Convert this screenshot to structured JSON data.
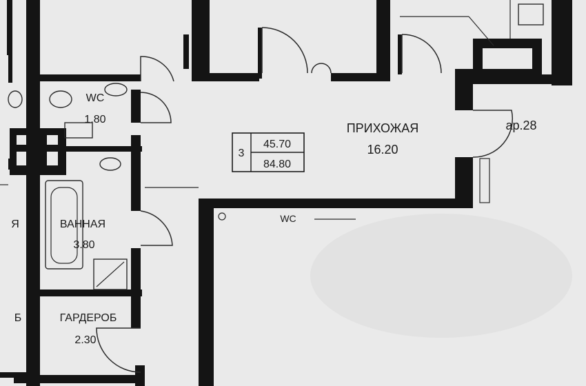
{
  "rooms": {
    "wc": {
      "name": "WC",
      "area": "1.80"
    },
    "hall": {
      "name": "ПРИХОЖАЯ",
      "area": "16.20"
    },
    "bath": {
      "name": "ВАННАЯ",
      "area": "3.80"
    },
    "wardrobe": {
      "name": "ГАРДЕРОБ",
      "area": "2.30"
    }
  },
  "apartment": {
    "rooms_count": "3",
    "living_area": "45.70",
    "total_area": "84.80",
    "number_label": "ap.28"
  },
  "fragments": {
    "left_bracket": "Я",
    "left_b": "Б",
    "wc_faded": "WC"
  },
  "colors": {
    "paper": "#eaeaea",
    "wall": "#141414",
    "line": "#2a2a2a"
  }
}
